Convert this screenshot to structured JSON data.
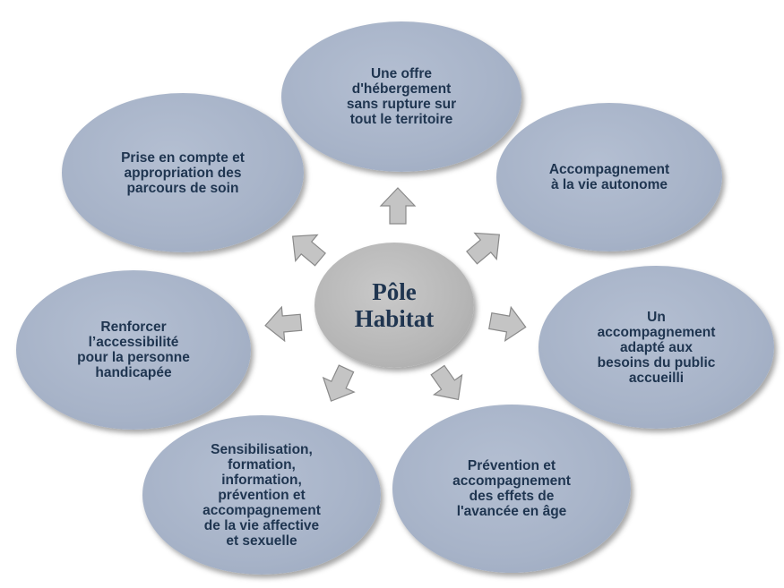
{
  "hub": {
    "label": "Pôle\nHabitat"
  },
  "petals": [
    {
      "label": "Une offre\nd'hébergement\nsans rupture sur\ntout le territoire"
    },
    {
      "label": "Accompagnement\nà la vie autonome"
    },
    {
      "label": "Un\naccompagnement\nadapté aux\nbesoins du public\naccueilli"
    },
    {
      "label": "Prévention et\naccompagnement\ndes effets de\nl'avancée en âge"
    },
    {
      "label": "Sensibilisation,\nformation,\ninformation,\nprévention et\naccompagnement\nde la vie affective\net sexuelle"
    },
    {
      "label": "Renforcer\nl’accessibilité\npour la personne\nhandicapée"
    },
    {
      "label": "Prise en compte et\nappropriation des\nparcours de soin"
    }
  ],
  "colors": {
    "petal_fill": "#a7b3c8",
    "hub_fill": "#b5b5b5",
    "text": "#1f3550",
    "arrow_fill": "#c4c4c4",
    "arrow_edge": "#8a8a8a"
  }
}
